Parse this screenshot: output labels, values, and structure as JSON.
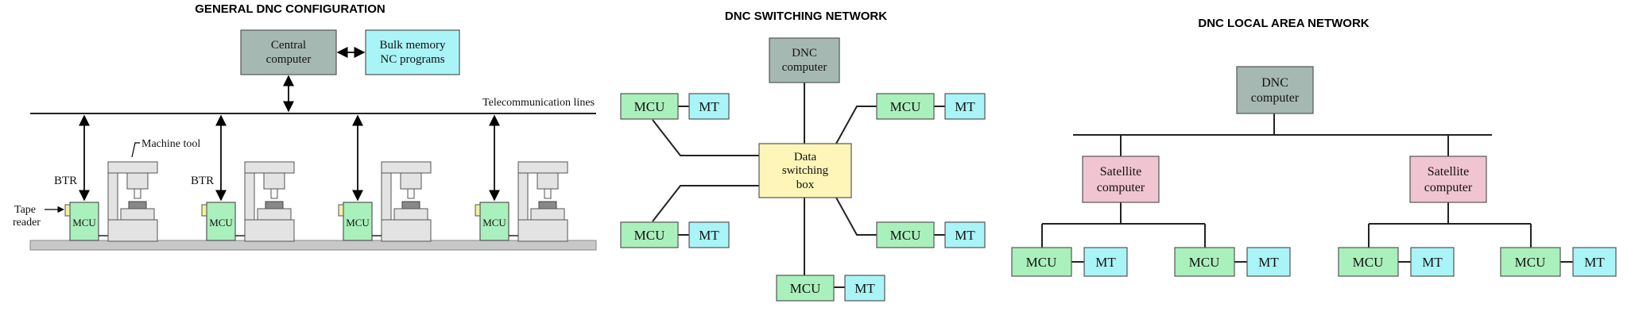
{
  "colors": {
    "computer": "#a6b8b2",
    "bulk": "#a9f4f6",
    "mcu": "#aaf0bc",
    "mt": "#a9f4f6",
    "switch_box": "#fdf6b8",
    "satellite": "#f0c4d1",
    "floor": "#c8c8c8",
    "tool_gray": "#e3e3e3",
    "tape": "#f2f0a4"
  },
  "panel1": {
    "title": "GENERAL DNC CONFIGURATION",
    "central_line1": "Central",
    "central_line2": "computer",
    "bulk_line1": "Bulk memory",
    "bulk_line2": "NC programs",
    "telecom": "Telecommunication lines",
    "machine_tool": "Machine tool",
    "btr": "BTR",
    "tape_line1": "Tape",
    "tape_line2": "reader",
    "mcu": "MCU"
  },
  "panel2": {
    "title": "DNC SWITCHING NETWORK",
    "dnc_line1": "DNC",
    "dnc_line2": "computer",
    "switch_line1": "Data",
    "switch_line2": "switching",
    "switch_line3": "box",
    "mcu": "MCU",
    "mt": "MT"
  },
  "panel3": {
    "title": "DNC LOCAL AREA NETWORK",
    "dnc_line1": "DNC",
    "dnc_line2": "computer",
    "sat_line1": "Satellite",
    "sat_line2": "computer",
    "mcu": "MCU",
    "mt": "MT"
  }
}
